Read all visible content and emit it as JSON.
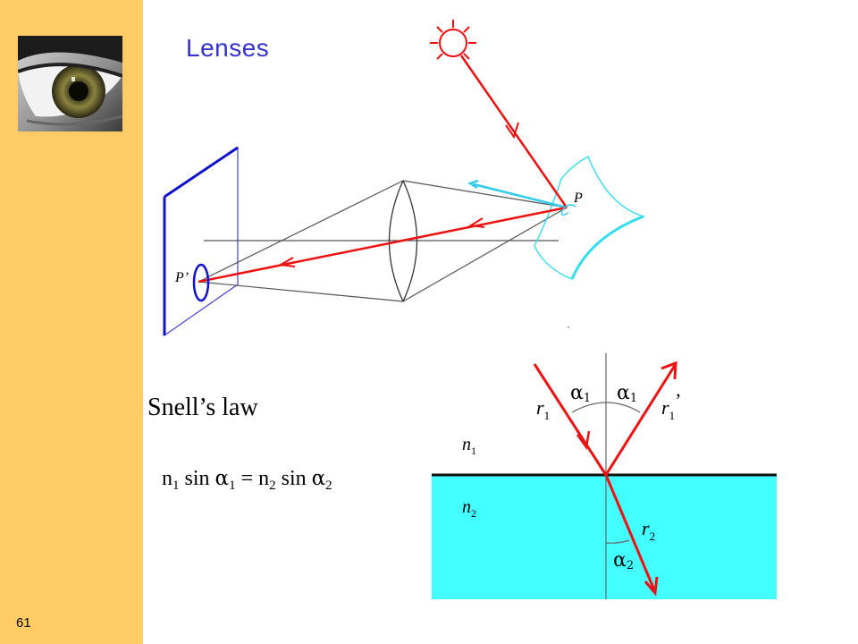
{
  "slide": {
    "title": "Lenses",
    "number": "61",
    "logo_icon": "eye-icon"
  },
  "lens_diagram": {
    "labels": {
      "point_P": "P",
      "point_P_prime": "P’"
    },
    "icons": [
      "sun-icon",
      "image-plane",
      "lens",
      "curved-surface"
    ]
  },
  "snell": {
    "heading": "Snell’s law",
    "equation": {
      "n1": "n",
      "n1_sub": "1",
      "sin1": " sin ",
      "alpha1": "α",
      "alpha1_sub": "1",
      "eq": " = ",
      "n2": "n",
      "n2_sub": "2",
      "sin2": " sin ",
      "alpha2": "α",
      "alpha2_sub": "2"
    }
  },
  "refraction_diagram": {
    "labels": {
      "alpha1_left": "α",
      "alpha1_left_sub": "1",
      "alpha1_right": "α",
      "alpha1_right_sub": "1",
      "r1": "r",
      "r1_sub": "1",
      "r1_prime": "r",
      "r1_prime_sub": "1",
      "prime": "’",
      "n1": "n",
      "n1_sub": "1",
      "n2": "n",
      "n2_sub": "2",
      "r2": "r",
      "r2_sub": "2",
      "alpha2": "α",
      "alpha2_sub": "2"
    },
    "colors": {
      "medium2": "#44ffff",
      "ray": "#ee1111",
      "interface": "#000000"
    }
  }
}
